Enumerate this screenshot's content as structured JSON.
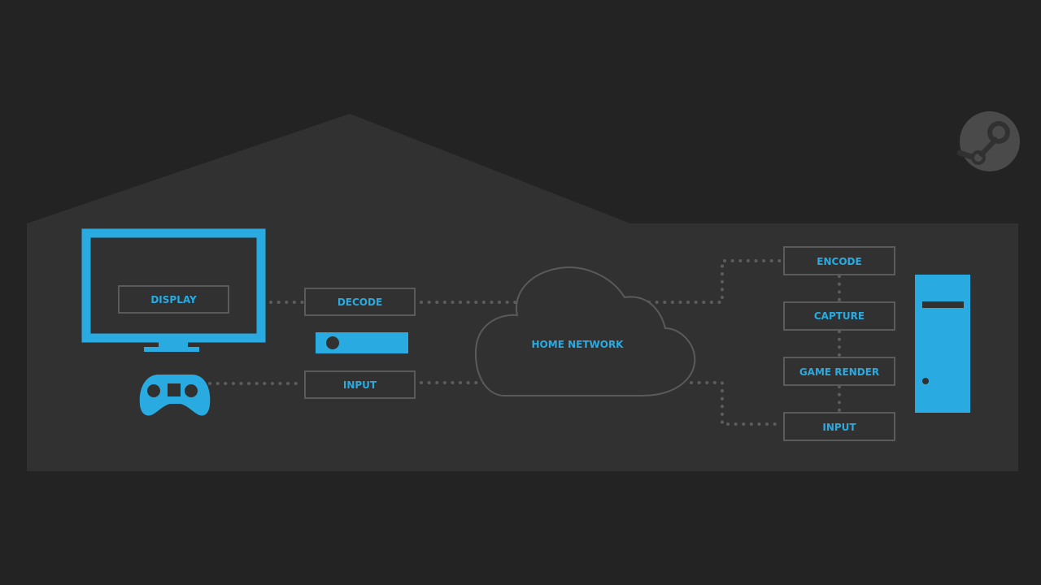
{
  "colors": {
    "background": "#232323",
    "house": "#313131",
    "accent": "#29abe2",
    "box_stroke": "#5a5a5a",
    "dots": "#5c5c5c",
    "logo": "#4a4a4a"
  },
  "icons": {
    "display": "monitor-icon",
    "receiver": "streaming-box-icon",
    "controller": "gamepad-icon",
    "host": "pc-tower-icon",
    "logo": "steam-logo-icon",
    "network": "cloud-icon"
  },
  "client": {
    "display_label": "DISPLAY",
    "decode_label": "DECODE",
    "input_label": "INPUT"
  },
  "network": {
    "label": "HOME NETWORK"
  },
  "host": {
    "encode_label": "ENCODE",
    "capture_label": "CAPTURE",
    "game_render_label": "GAME RENDER",
    "input_label": "INPUT"
  }
}
